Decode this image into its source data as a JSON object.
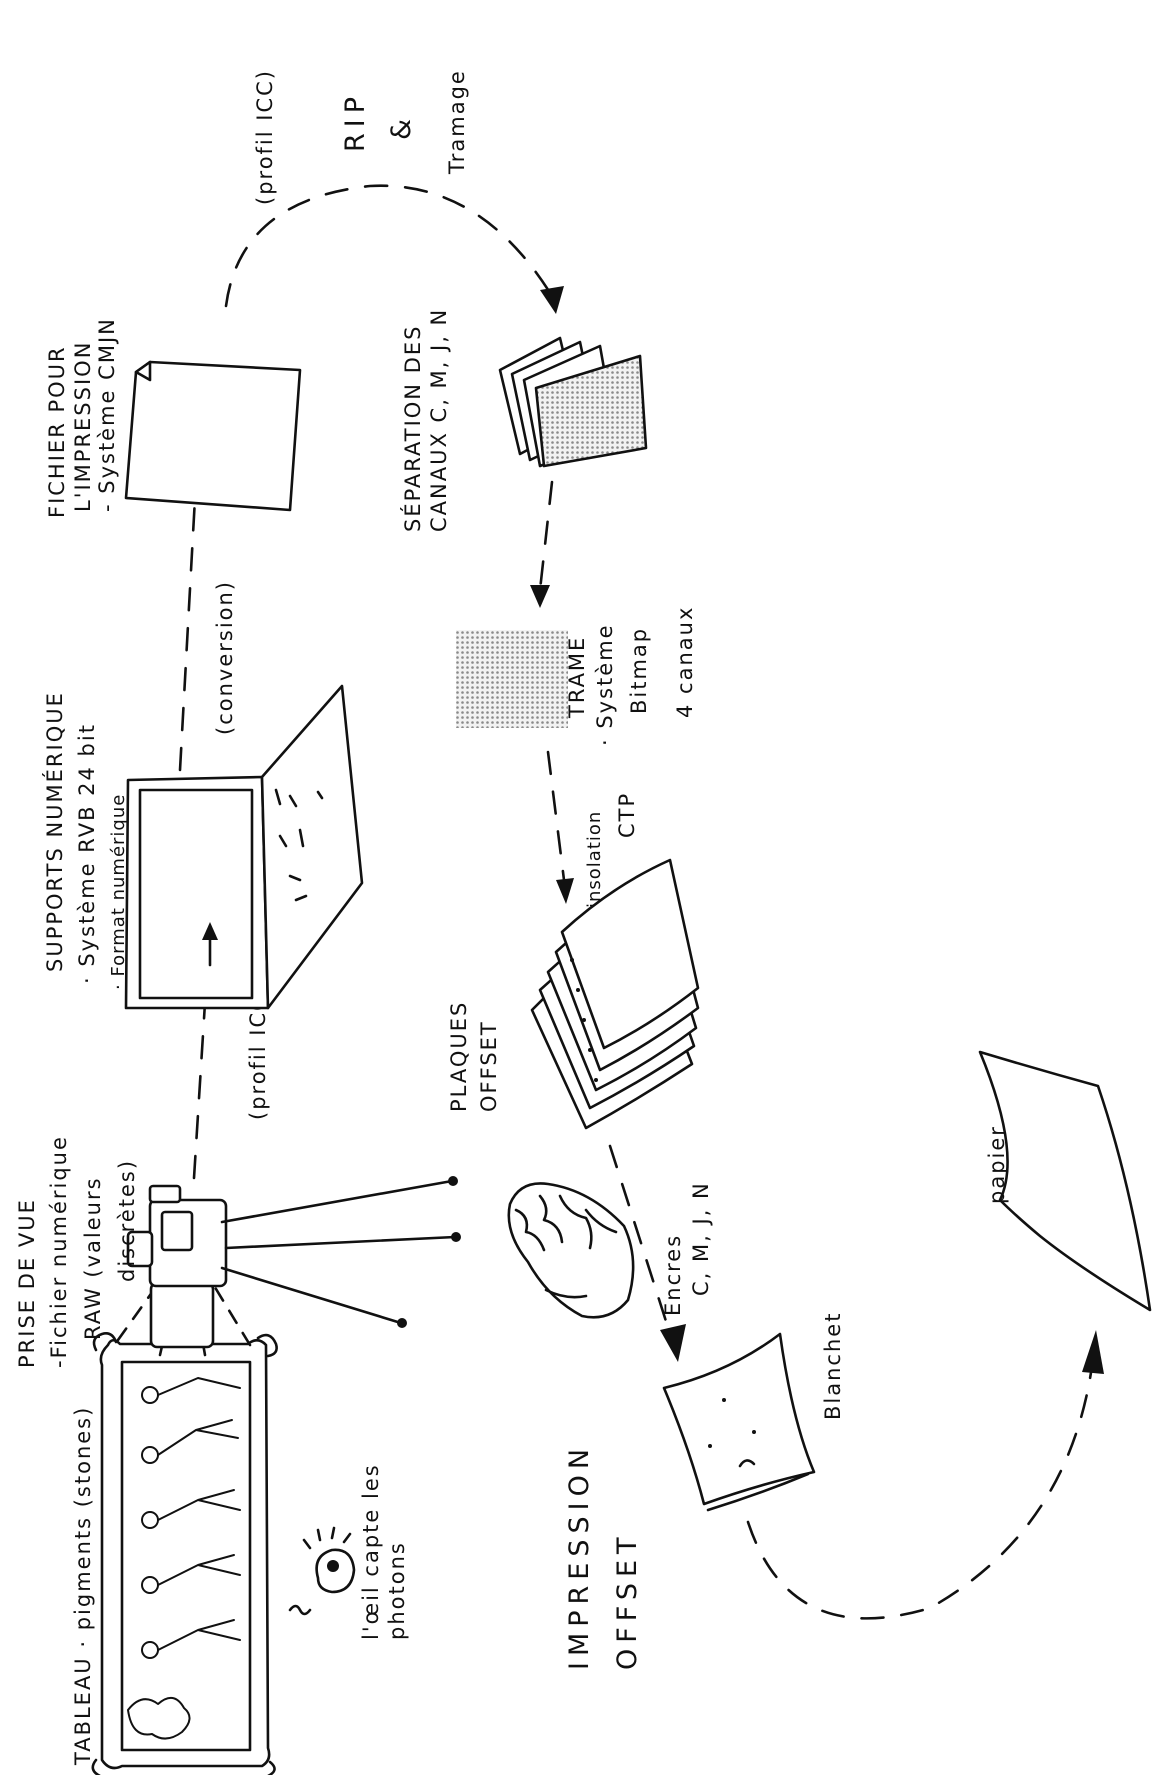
{
  "labels": {
    "tableau": "TABLEAU · pigments (stones)",
    "oeil_1": "l'œil capte les",
    "oeil_2": "photons",
    "prise_title": "PRISE DE VUE",
    "prise_l1": "-Fichier numérique",
    "prise_l2": "RAW (valeurs",
    "prise_l3": "discrètes)",
    "profil_icc_1": "(profil ICC)",
    "supports_title": "SUPPORTS NUMÉRIQUE",
    "supports_l1": "· Système RVB 24 bit",
    "supports_l2": "· Format numérique",
    "conversion": "(conversion)",
    "fichier_title": "FICHIER POUR",
    "fichier_l1": "L'IMPRESSION",
    "fichier_l2": "- Système CMJN",
    "profil_icc_2": "(profil ICC)",
    "rip": "RIP",
    "rip_and": "&",
    "tramage": "Tramage",
    "separation_l1": "SÉPARATION DES",
    "separation_l2": "CANAUX C, M, J, N",
    "trame_title": "TRAME",
    "trame_l1": "· Système",
    "trame_l2": "Bitmap",
    "trame_l3": "4 canaux",
    "insolation_l1": "insolation",
    "insolation_l2": "CTP",
    "plaques_l1": "PLAQUES",
    "plaques_l2": "OFFSET",
    "encres_l1": "Encres",
    "encres_l2": "C, M, J, N",
    "blanchet": "Blanchet",
    "papier": "papier",
    "impression_l1": "IMPRESSION",
    "impression_l2": "OFFSET"
  },
  "icons": [
    "painting-icon",
    "eye-icon",
    "camera-tripod-icon",
    "laptop-icon",
    "document-icon",
    "channel-stack-icon",
    "halftone-screen-icon",
    "plates-stack-icon",
    "ink-icon",
    "blanket-icon",
    "paper-icon"
  ],
  "colors": {
    "ink": "#111111",
    "background": "#ffffff",
    "screen_tone": "#bdbdbd"
  }
}
